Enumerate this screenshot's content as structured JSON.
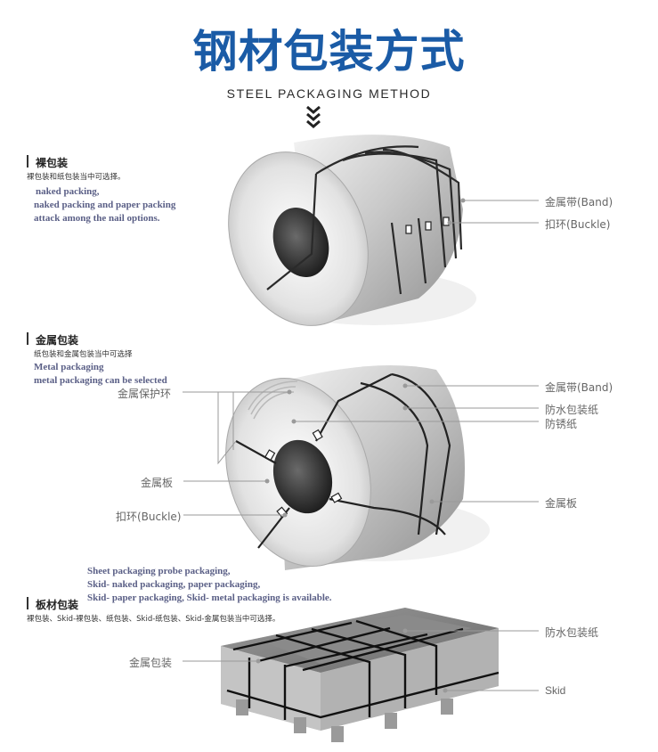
{
  "header": {
    "title": "钢材包装方式",
    "subtitle": "STEEL PACKAGING METHOD"
  },
  "section1": {
    "title": "裸包装",
    "subtitle": "裸包装和纸包装当中可选择。",
    "english": [
      "naked packing,",
      "naked packing and paper packing",
      "attack among the nail options."
    ],
    "labels": {
      "band": "金属带(Band)",
      "buckle": "扣环(Buckle)"
    }
  },
  "section2": {
    "title": "金属包装",
    "subtitle": "纸包装和金属包装当中可选择",
    "english": [
      "Metal packaging",
      "metal packaging can be selected"
    ],
    "labels": {
      "protective_ring": "金属保护环",
      "metal_plate_left": "金属板",
      "buckle": "扣环(Buckle)",
      "band": "金属带(Band)",
      "waterproof_paper": "防水包装纸",
      "antirust_paper": "防锈纸",
      "metal_plate_right": "金属板"
    }
  },
  "section3": {
    "english": [
      "Sheet packaging probe packaging,",
      "Skid- naked packaging, paper packaging,",
      "Skid- paper packaging, Skid- metal packaging is available."
    ],
    "title": "板材包装",
    "subtitle": "裸包装、Skid-裸包装、纸包装、Skid-纸包装、Skid-金属包装当中可选择。",
    "labels": {
      "metal_packaging": "金属包装",
      "waterproof_paper": "防水包装纸",
      "skid": "Skid"
    }
  }
}
